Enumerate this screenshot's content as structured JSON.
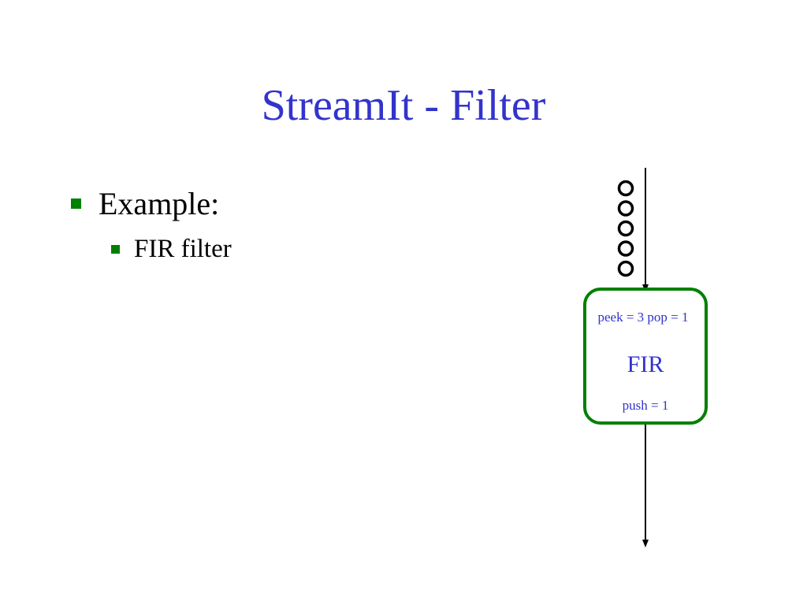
{
  "slide": {
    "title": "StreamIt - Filter",
    "bullets": [
      {
        "text": "Example:",
        "sub": [
          {
            "text": "FIR filter"
          }
        ]
      }
    ]
  },
  "diagram": {
    "filter": {
      "name": "FIR",
      "rates_in": "peek = 3 pop = 1",
      "rates_out": "push = 1"
    },
    "input_queue_items": 5
  },
  "colors": {
    "title": "#3333cc",
    "bullet": "#008000",
    "filter_border": "#008000",
    "label": "#3333cc",
    "stream": "#000000"
  }
}
